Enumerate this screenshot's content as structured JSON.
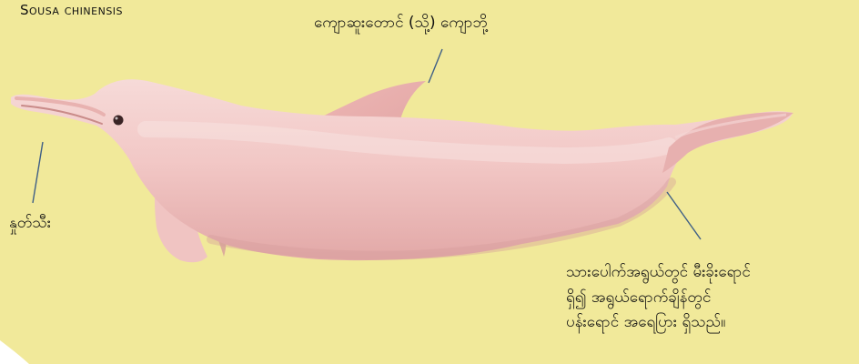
{
  "species_name": "Sousa chinensis",
  "labels": {
    "dorsal_fin": "ကျောဆူးတောင် (သို့) ကျောဘို့",
    "beak": "နှုတ်သီး",
    "body_lines": [
      "သားပေါက်အရွယ်တွင် မီးခိုးရောင်",
      "ရှိ၍ အရွယ်ရောက်ချိန်တွင်",
      "ပန်းရောင် အရေပြား ရှိသည်။"
    ]
  },
  "colors": {
    "background": "#f1e99a",
    "dolphin_body": "#f2c7c5",
    "dolphin_shadow": "#dc9d9d",
    "pointer_line": "#3f5f86"
  }
}
